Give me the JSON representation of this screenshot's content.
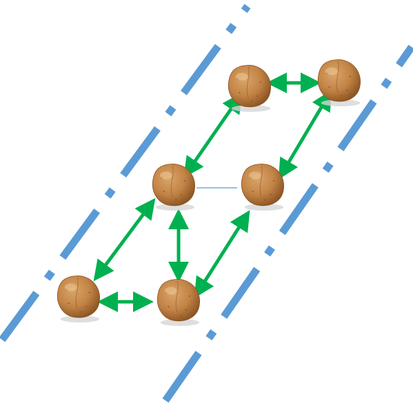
{
  "diagram": {
    "background": "#ffffff",
    "colors": {
      "boundary_line": "#5b9bd5",
      "arrow": "#00b050",
      "connector_line": "#5b9bd5",
      "potato_light": "#d9a56a",
      "potato_mid": "#c38446",
      "potato_dark": "#8a5322",
      "potato_shadow": "#d6d6d6"
    },
    "nodes": [
      {
        "id": "potato-top-left",
        "icon": "potato-icon"
      },
      {
        "id": "potato-top-right",
        "icon": "potato-icon"
      },
      {
        "id": "potato-middle-left",
        "icon": "potato-icon"
      },
      {
        "id": "potato-middle-right",
        "icon": "potato-icon"
      },
      {
        "id": "potato-bottom-left",
        "icon": "potato-icon"
      },
      {
        "id": "potato-bottom-middle",
        "icon": "potato-icon"
      }
    ],
    "edges": [
      {
        "from": "potato-top-left",
        "to": "potato-top-right",
        "style": "double-arrow"
      },
      {
        "from": "potato-top-left",
        "to": "potato-middle-left",
        "style": "double-arrow"
      },
      {
        "from": "potato-top-right",
        "to": "potato-middle-right",
        "style": "double-arrow"
      },
      {
        "from": "potato-middle-left",
        "to": "potato-middle-right",
        "style": "thin-line"
      },
      {
        "from": "potato-middle-left",
        "to": "potato-bottom-left",
        "style": "double-arrow"
      },
      {
        "from": "potato-middle-left",
        "to": "potato-bottom-middle",
        "style": "double-arrow"
      },
      {
        "from": "potato-middle-right",
        "to": "potato-bottom-middle",
        "style": "double-arrow"
      },
      {
        "from": "potato-bottom-left",
        "to": "potato-bottom-middle",
        "style": "double-arrow"
      }
    ],
    "boundaries": [
      {
        "id": "left-boundary",
        "style": "dash-dot"
      },
      {
        "id": "right-boundary",
        "style": "dash-dot"
      }
    ]
  }
}
